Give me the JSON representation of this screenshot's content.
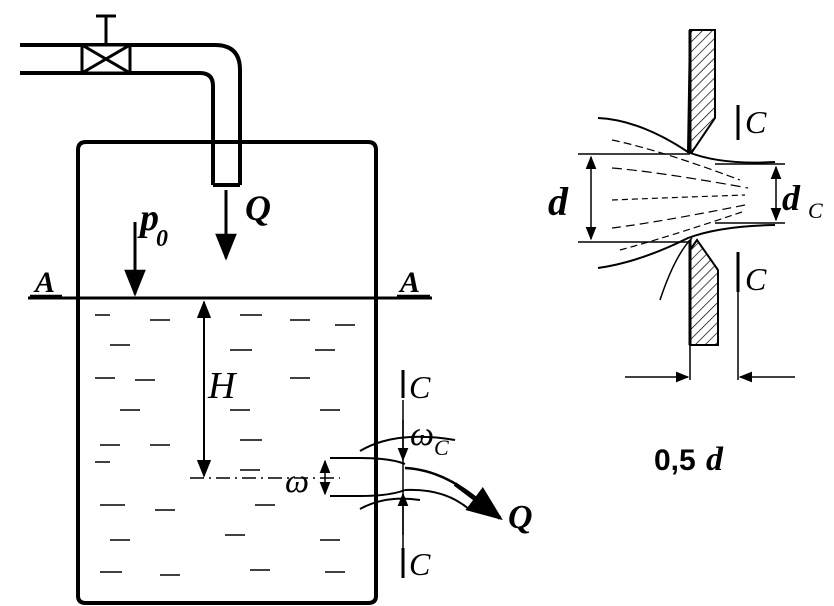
{
  "labels": {
    "flow_in": "Q",
    "pressure": "p",
    "pressure_sub": "0",
    "level_left": "A",
    "level_right": "A",
    "head": "H",
    "section_top": "C",
    "section_bottom": "C",
    "orifice_area": "ω",
    "contracted_area": "ω",
    "contracted_area_sub": "C",
    "flow_out": "Q",
    "detail_diameter": "d",
    "detail_contracted": "d",
    "detail_contracted_sub": "C",
    "detail_section_top": "C",
    "detail_section_bottom": "C",
    "detail_distance": "0,5",
    "detail_distance_var": "d"
  }
}
